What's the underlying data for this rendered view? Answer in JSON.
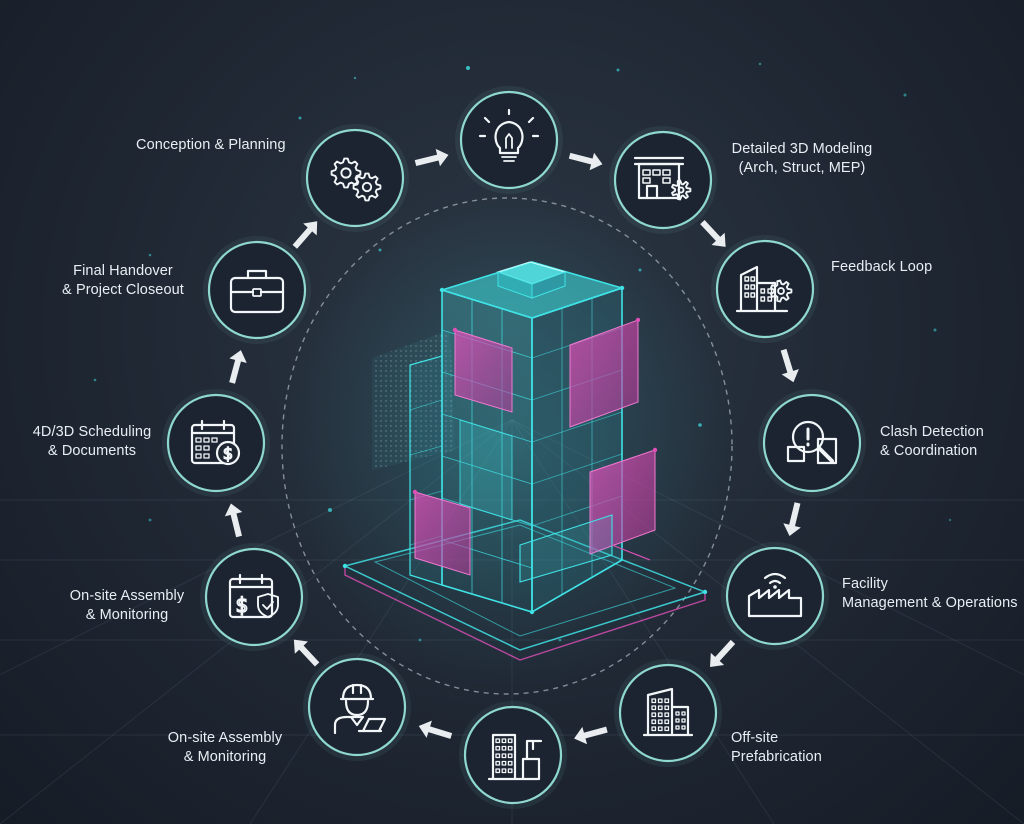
{
  "stages": [
    {
      "id": "gears",
      "icon": "gears-icon",
      "label": []
    },
    {
      "id": "bulb",
      "icon": "lightbulb-icon",
      "label": []
    },
    {
      "id": "modeling",
      "icon": "building-gear-icon",
      "label": [
        "Detailed 3D Modeling",
        "(Arch, Struct, MEP)"
      ]
    },
    {
      "id": "feedback",
      "icon": "buildings-gear-icon",
      "label": [
        "Feedback Loop"
      ]
    },
    {
      "id": "clash",
      "icon": "magnifier-alert-icon",
      "label": [
        "Clash Detection",
        "& Coordination"
      ]
    },
    {
      "id": "facility",
      "icon": "factory-wifi-icon",
      "label": [
        "Facility",
        "Management & Operations"
      ]
    },
    {
      "id": "offsite",
      "icon": "office-building-icon",
      "label": [
        "Off-site",
        "Prefabrication"
      ]
    },
    {
      "id": "crane",
      "icon": "building-crane-icon",
      "label": []
    },
    {
      "id": "worker",
      "icon": "worker-laptop-icon",
      "label": [
        "On-site Assembly",
        "& Monitoring"
      ]
    },
    {
      "id": "calshield",
      "icon": "calendar-shield-icon",
      "label": [
        "On-site Assembly",
        "& Monitoring"
      ]
    },
    {
      "id": "caldollar",
      "icon": "calendar-dollar-icon",
      "label": [
        "4D/3D Scheduling",
        "& Documents"
      ]
    },
    {
      "id": "briefcase",
      "icon": "briefcase-icon",
      "label": [
        "Final Handover",
        "& Project Closeout"
      ]
    }
  ],
  "standalone_labels": {
    "conception": [
      "Conception & Planning"
    ]
  },
  "colors": {
    "background": "#1f2733",
    "ring": "#8fd8cf",
    "icon": "#f2f6f8",
    "arrow": "#e9edf0",
    "cyan": "#3fe3e6",
    "magenta": "#e04fb8"
  }
}
